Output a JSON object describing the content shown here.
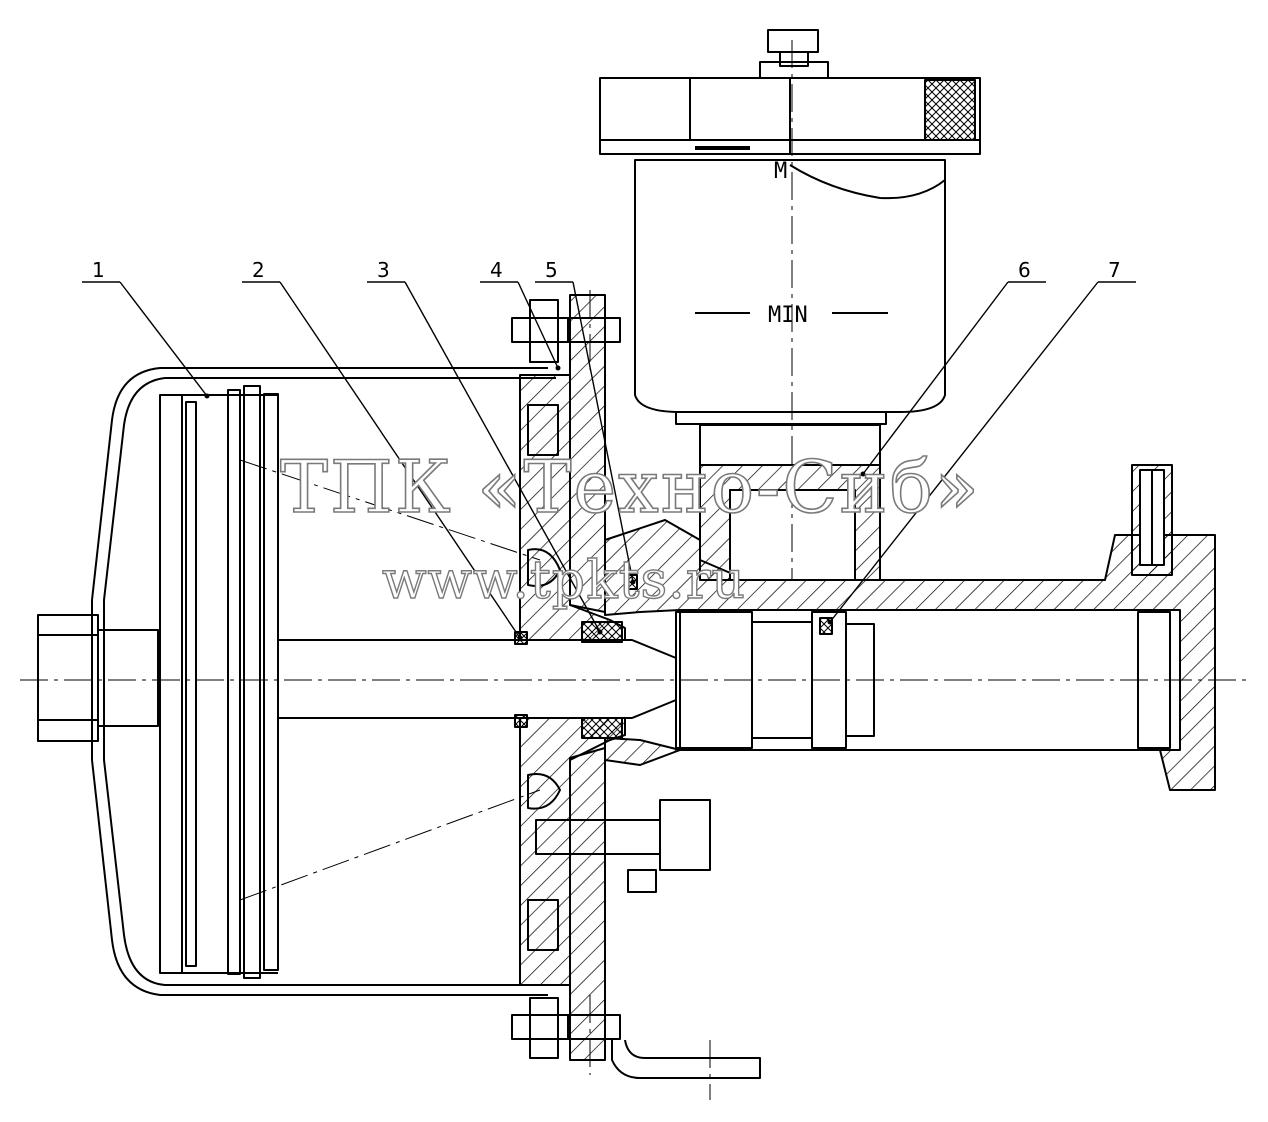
{
  "callouts": [
    {
      "num": "1"
    },
    {
      "num": "2"
    },
    {
      "num": "3"
    },
    {
      "num": "4"
    },
    {
      "num": "5"
    },
    {
      "num": "6"
    },
    {
      "num": "7"
    }
  ],
  "reservoir": {
    "min_label": "MIN",
    "max_label_partial": "M"
  },
  "watermark": {
    "title": "ТПК «Техно-Сиб»",
    "url": "www.tpkts.ru"
  }
}
